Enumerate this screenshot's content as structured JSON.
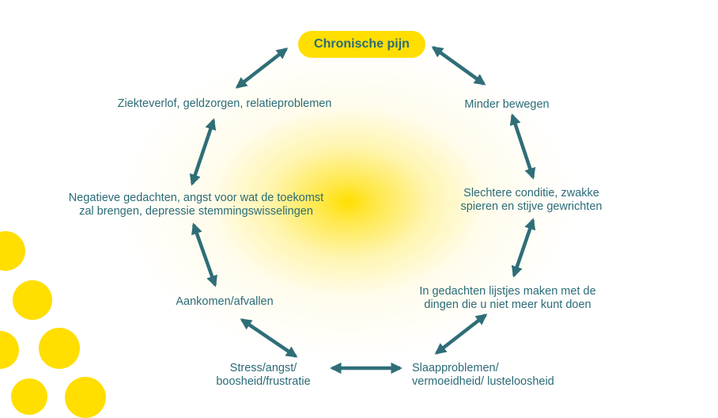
{
  "diagram": {
    "center_node": "Chronische pijn",
    "nodes": [
      {
        "id": "minder-bewegen",
        "lines": [
          "Minder bewegen"
        ]
      },
      {
        "id": "conditie",
        "lines": [
          "Slechtere conditie, zwakke",
          "spieren en stijve gewrichten"
        ]
      },
      {
        "id": "lijstjes",
        "lines": [
          "In gedachten lijstjes maken met de",
          "dingen die u niet meer kunt doen"
        ]
      },
      {
        "id": "slaap",
        "lines": [
          "Slaapproblemen/",
          "vermoeidheid/ lusteloosheid"
        ]
      },
      {
        "id": "stress",
        "lines": [
          "Stress/angst/",
          "boosheid/frustratie"
        ]
      },
      {
        "id": "aankomen",
        "lines": [
          "Aankomen/afvallen"
        ]
      },
      {
        "id": "negatief",
        "lines": [
          "Negatieve gedachten, angst voor wat de toekomst",
          "zal brengen, depressie stemmingswisselingen"
        ]
      },
      {
        "id": "ziekteverlof",
        "lines": [
          "Ziekteverlof, geldzorgen, relatieproblemen"
        ]
      }
    ],
    "connector": "double-headed-arrow",
    "colors": {
      "text": "#2b6b77",
      "arrow": "#2f6e78",
      "accent": "#ffde00"
    }
  }
}
